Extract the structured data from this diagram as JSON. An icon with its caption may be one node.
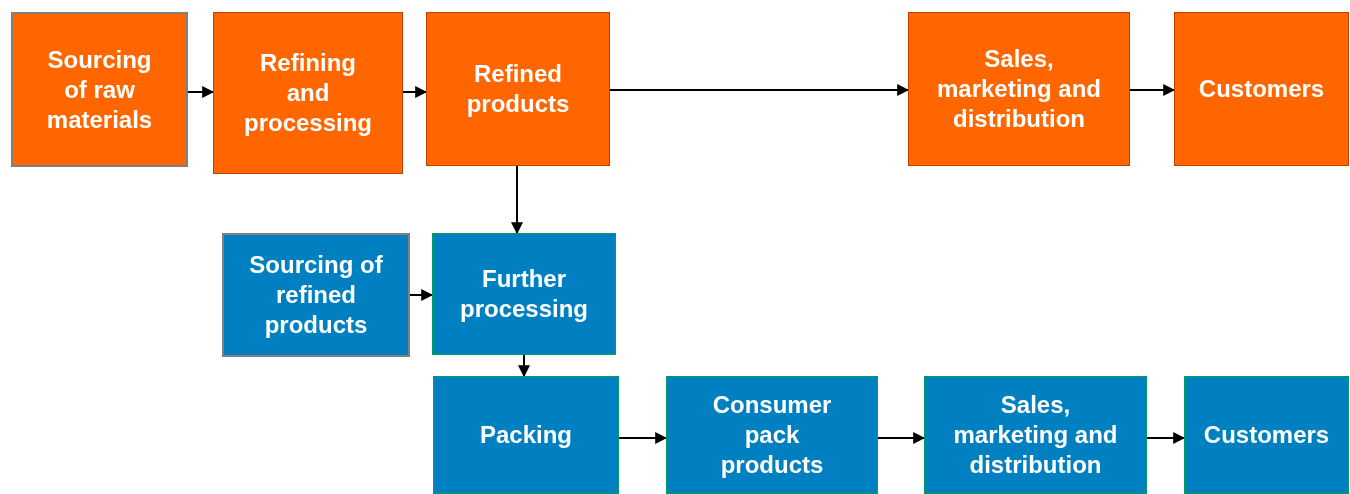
{
  "diagram": {
    "nodes": [
      {
        "text": [
          "Sourcing of raw materials"
        ]
      },
      {
        "text": [
          "Refining and processing"
        ]
      },
      {
        "text": [
          "Refined products"
        ]
      },
      {
        "text": [
          "Sales, marketing and distribution"
        ]
      },
      {
        "text": [
          "Customers"
        ]
      },
      {
        "text": [
          "Sourcing of refined products"
        ]
      },
      {
        "text": [
          "Further processing"
        ]
      },
      {
        "text": [
          "Packing"
        ]
      },
      {
        "text": [
          "Consumer pack products"
        ]
      },
      {
        "text": [
          "Sales, marketing and distribution"
        ]
      },
      {
        "text": [
          "Customers"
        ]
      }
    ],
    "edges": [
      {
        "from": 0,
        "to": 1,
        "arrow": "to"
      },
      {
        "from": 1,
        "to": 2,
        "arrow": "to"
      },
      {
        "from": 2,
        "to": 3,
        "arrow": "to"
      },
      {
        "from": 3,
        "to": 4,
        "arrow": "to"
      },
      {
        "from": 2,
        "to": 6,
        "arrow": "to"
      },
      {
        "from": 5,
        "to": 6,
        "arrow": "to"
      },
      {
        "from": 6,
        "to": 7,
        "arrow": "to"
      },
      {
        "from": 7,
        "to": 8,
        "arrow": "to"
      },
      {
        "from": 8,
        "to": 9,
        "arrow": "to"
      },
      {
        "from": 9,
        "to": 10,
        "arrow": "to"
      }
    ]
  }
}
